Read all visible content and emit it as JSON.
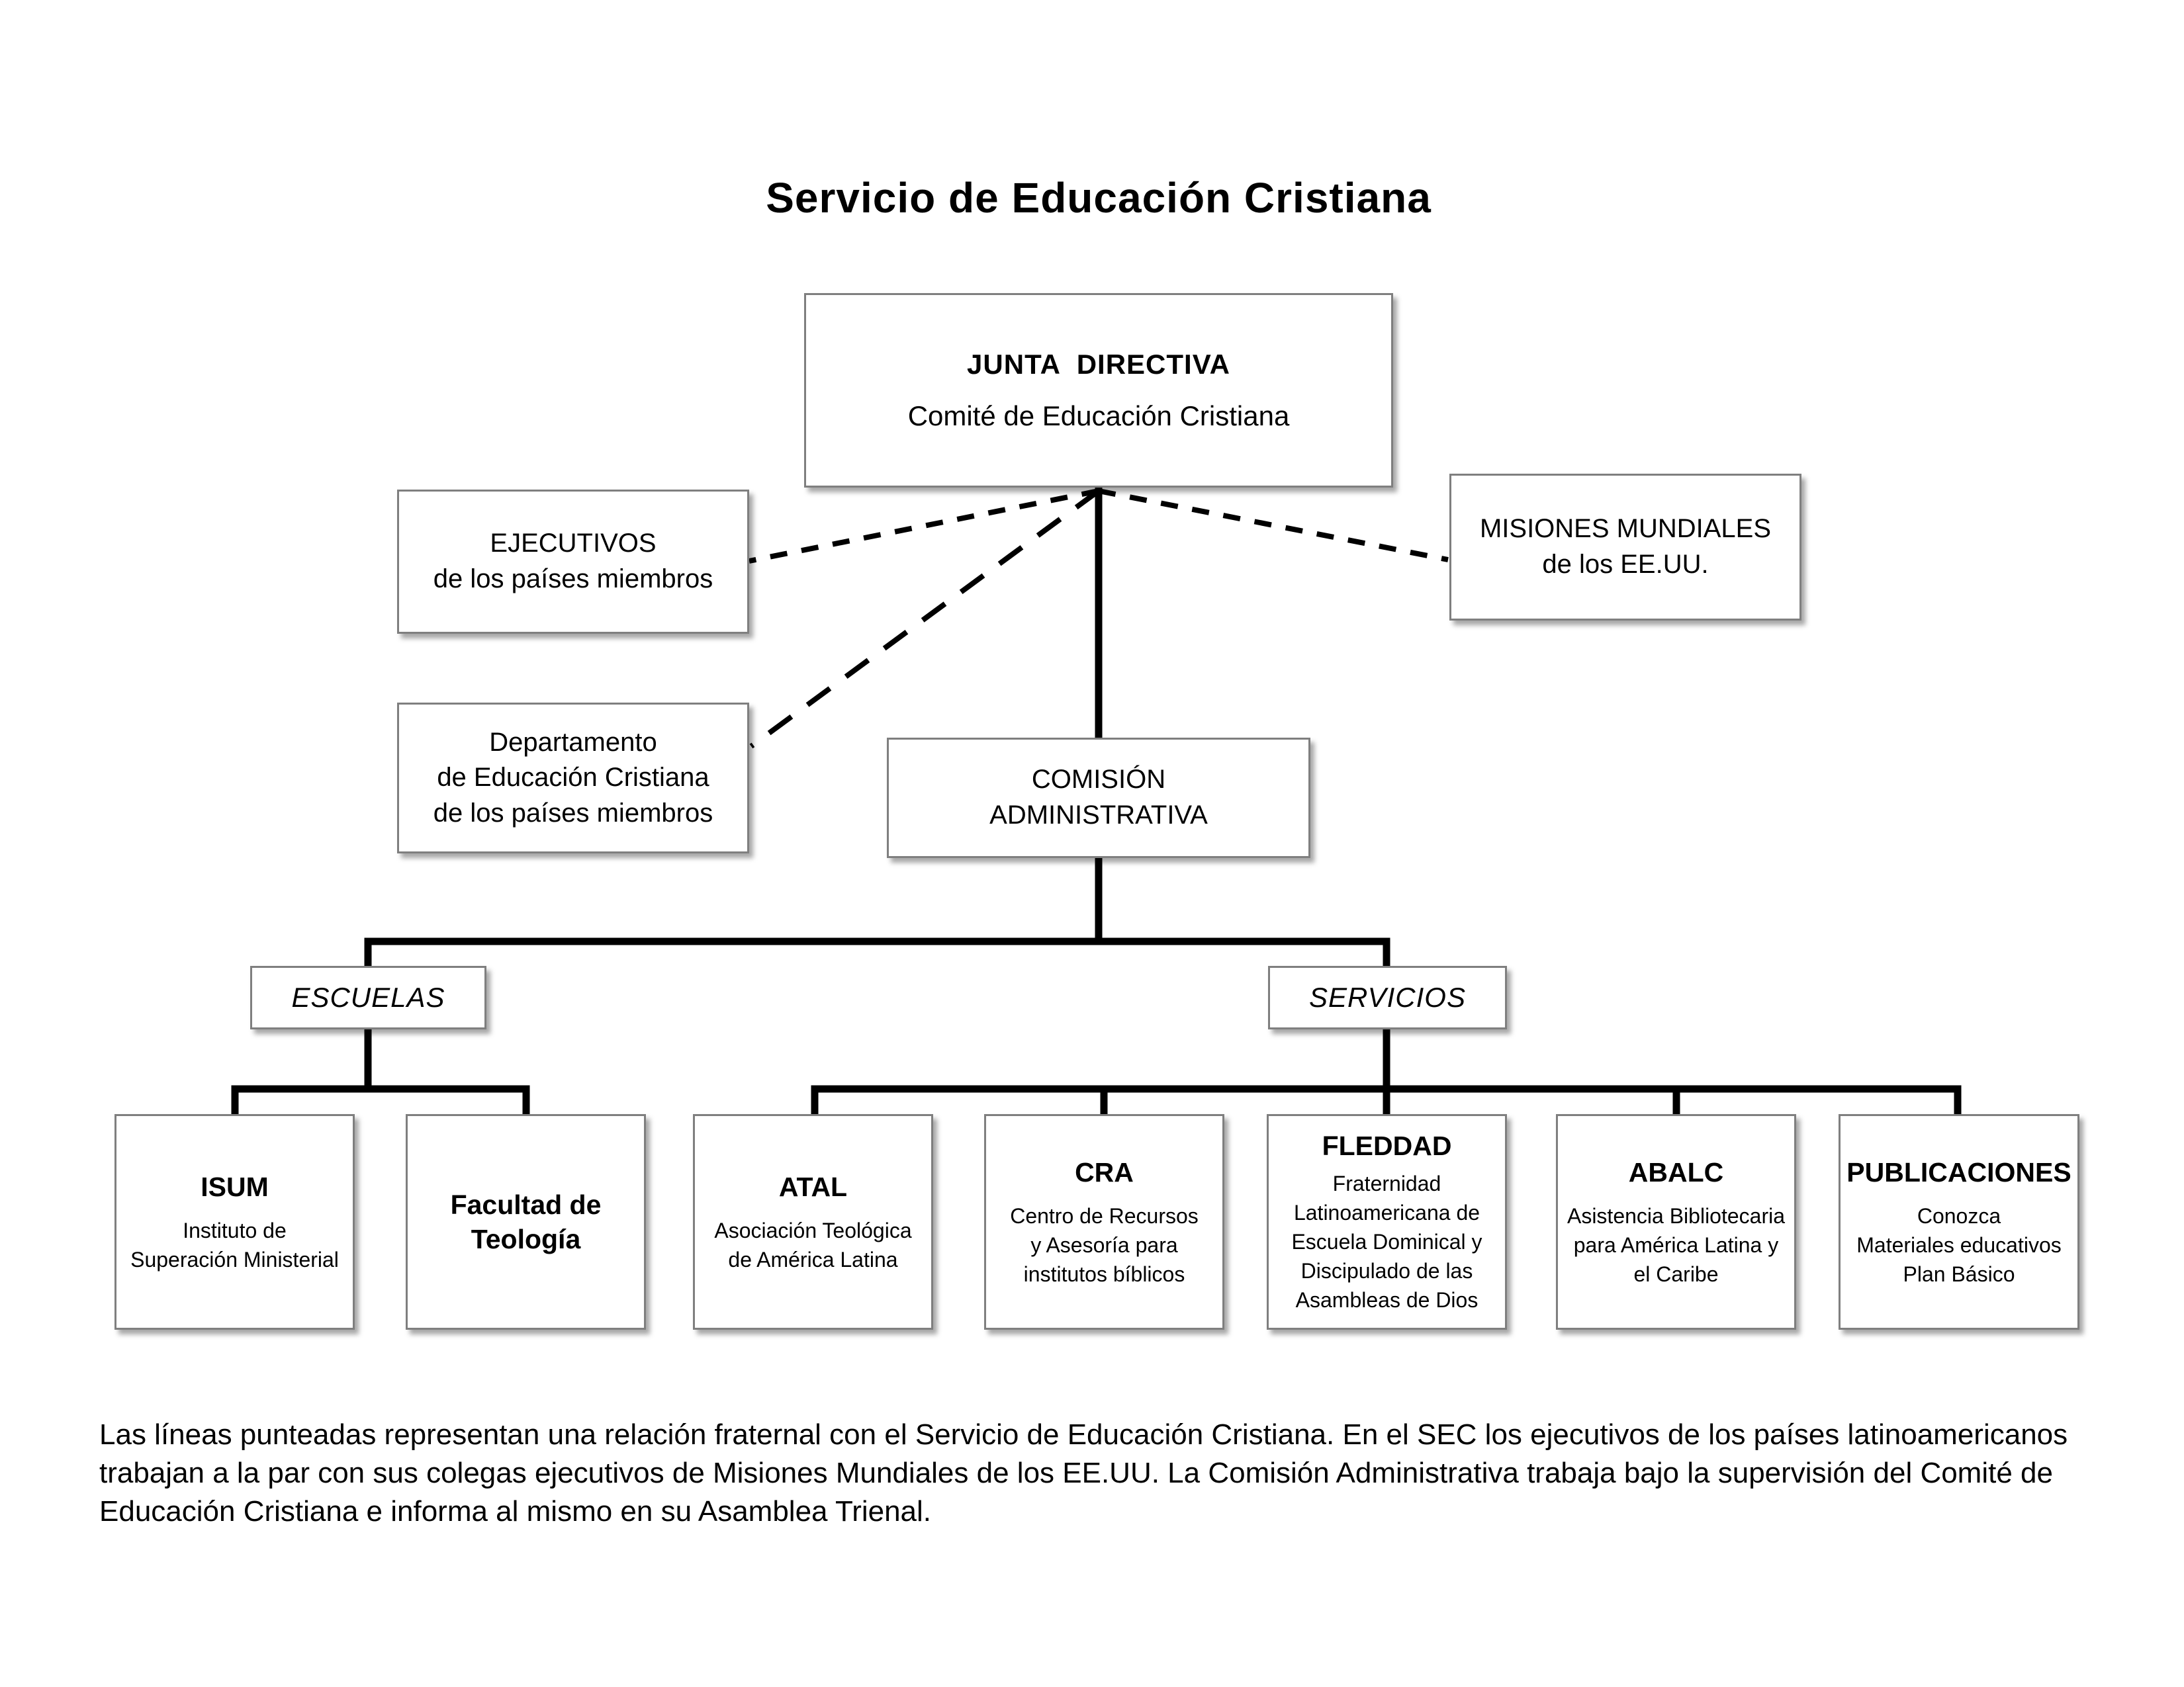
{
  "title": "Servicio de Educación Cristiana",
  "boxes": {
    "junta": {
      "heading": "JUNTA  DIRECTIVA",
      "subheading": "Comité de Educación Cristiana"
    },
    "ejecutivos": {
      "text": "EJECUTIVOS\nde los países miembros"
    },
    "misiones": {
      "text": "MISIONES MUNDIALES\nde los EE.UU."
    },
    "departamento": {
      "text": "Departamento\nde Educación Cristiana\nde los países miembros"
    },
    "comision": {
      "text": "COMISIÓN\nADMINISTRATIVA"
    },
    "escuelas": {
      "label": "ESCUELAS"
    },
    "servicios": {
      "label": "SERVICIOS"
    }
  },
  "leaves": [
    {
      "title": "ISUM",
      "body": "Instituto de\nSuperación Ministerial"
    },
    {
      "title": "Facultad de\nTeología",
      "body": ""
    },
    {
      "title": "ATAL",
      "body": "Asociación Teológica\nde América Latina"
    },
    {
      "title": "CRA",
      "body": "Centro de Recursos\ny Asesoría para\ninstitutos bíblicos"
    },
    {
      "title": "FLEDDAD",
      "body": "Fraternidad\nLatinoamericana de\nEscuela Dominical y\nDiscipulado de las\nAsambleas de Dios"
    },
    {
      "title": "ABALC",
      "body": "Asistencia Bibliotecaria\npara América Latina y\nel Caribe"
    },
    {
      "title": "PUBLICACIONES",
      "body": "Conozca\nMateriales educativos\nPlan Básico"
    }
  ],
  "footnote": "Las líneas punteadas representan una relación fraternal con el Servicio de Educación Cristiana.  En el SEC los ejecutivos de los países latinoamericanos trabajan a la par con sus colegas ejecutivos de Misiones Mundiales de los EE.UU.  La Comisión Administrativa trabaja bajo la supervisión del Comité de Educación Cristiana e informa al mismo en su Asamblea Trienal.",
  "colors": {
    "line": "#000000",
    "box_border": "#7f7f7f",
    "text": "#000000",
    "background": "#ffffff"
  }
}
